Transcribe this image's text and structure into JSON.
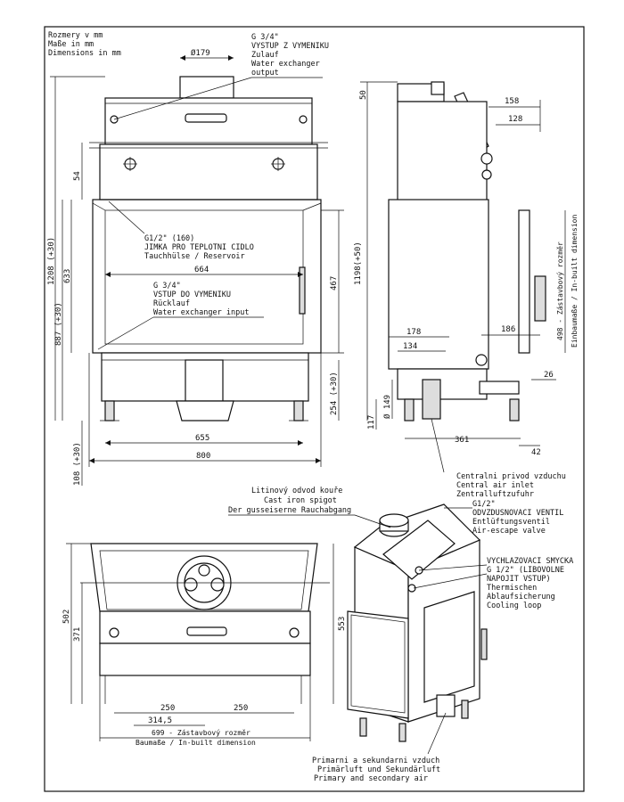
{
  "legend": {
    "line1": "Rozmery v mm",
    "line2": "Maße in mm",
    "line3": "Dimensions in mm"
  },
  "callouts": {
    "outlet": [
      "G 3/4\"",
      "VYSTUP Z VYMENIKU",
      "Zulauf",
      "Water exchanger",
      "output"
    ],
    "sensor": [
      "G1/2\" (160)",
      "JIMKA PRO TEPLOTNI CIDLO",
      "Tauchhülse / Reservoir"
    ],
    "inlet": [
      "G 3/4\"",
      "VSTUP DO VYMENIKU",
      "Rücklauf",
      "Water exchanger input"
    ],
    "air_inlet": [
      "Centralni privod vzduchu",
      "Central air inlet",
      "Zentralluftzufuhr"
    ],
    "smoke": [
      "Litinový odvod kouře",
      "Cast iron spigot",
      "Der gusseiserne Rauchabgang"
    ],
    "air_valve": [
      "G1/2\"",
      "ODVZDUSNOVACI VENTIL",
      "Entlüftungsventil",
      "Air-escape valve"
    ],
    "cooling": [
      "VYCHLAZOVACI SMYCKA",
      "G 1/2\" (LIBOVOLNE",
      "NAPOJIT VSTUP)",
      "Thermischen",
      "Ablaufsicherung",
      "Cooling loop"
    ],
    "primary": [
      "Primarni a sekundarni vzduch",
      "Primärluft und Sekundärluft",
      "Primary and secondary air"
    ]
  },
  "front_dims": {
    "d179": "Ø179",
    "d54": "54",
    "d1208": "1208 (+30)",
    "d633": "633",
    "d887": "887 (+30)",
    "d664": "664",
    "d467": "467",
    "d254": "254 (+30)",
    "d655": "655",
    "d800": "800",
    "d108": "108 (+30)"
  },
  "side_dims": {
    "d50": "50",
    "d158": "158",
    "d128": "128",
    "d1198": "1198(+50)",
    "d178": "178",
    "d134": "134",
    "d186": "186",
    "d26": "26",
    "d149": "Ø 149",
    "d117": "117",
    "d361": "361",
    "d42": "42",
    "built_in": "498 - Zástavbový rozměr",
    "einbau": "Einbaumaße / In-built dimension"
  },
  "top_dims": {
    "d502": "502",
    "d371": "371",
    "d553": "553",
    "d250a": "250",
    "d250b": "250",
    "d3145": "314,5",
    "d699": "699 - Zástavbový rozměr",
    "baumasse": "Baumaße / In-built dimension"
  }
}
